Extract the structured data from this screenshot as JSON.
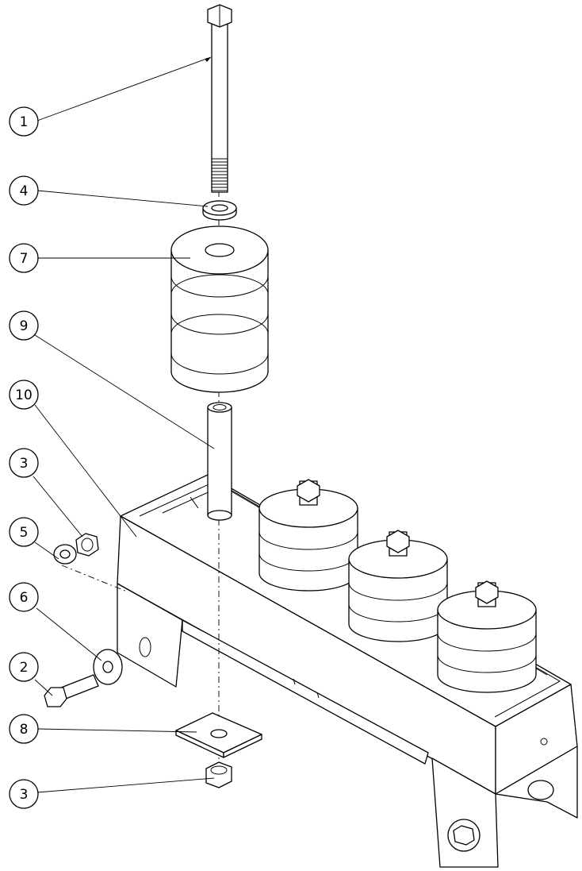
{
  "callouts": [
    {
      "id": "c1",
      "label": "1"
    },
    {
      "id": "c4",
      "label": "4"
    },
    {
      "id": "c7",
      "label": "7"
    },
    {
      "id": "c9",
      "label": "9"
    },
    {
      "id": "c10",
      "label": "10"
    },
    {
      "id": "c3a",
      "label": "3"
    },
    {
      "id": "c5",
      "label": "5"
    },
    {
      "id": "c6",
      "label": "6"
    },
    {
      "id": "c2",
      "label": "2"
    },
    {
      "id": "c8",
      "label": "8"
    },
    {
      "id": "c3b",
      "label": "3"
    }
  ],
  "parts": [
    "hex-bolt-long",
    "washer",
    "rubber-mount-stack",
    "spacer-tube",
    "bracket-frame",
    "hex-nut",
    "lock-washer",
    "flat-washer",
    "hex-bolt-short",
    "square-plate",
    "hex-nut-bottom"
  ]
}
